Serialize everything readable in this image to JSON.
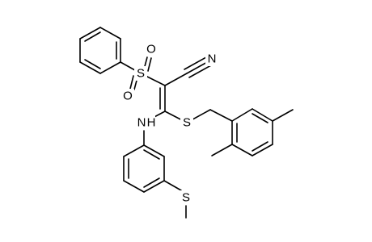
{
  "diagram": {
    "type": "skeletal-formula",
    "line_color": "#000000",
    "background": "#ffffff",
    "atom_labels": {
      "sulfonyl_s": "S",
      "sulfonyl_o1": "O",
      "sulfonyl_o2": "O",
      "nitrile_n": "N",
      "thioether_s": "S",
      "amine": "N",
      "amine_h": "H",
      "methylthio_s": "S"
    }
  }
}
